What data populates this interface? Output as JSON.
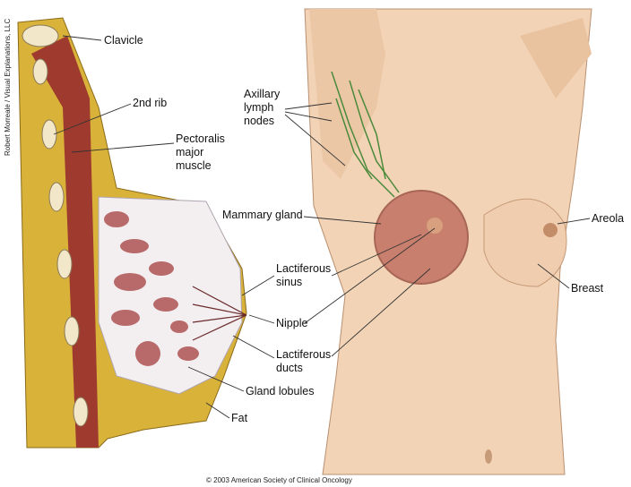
{
  "credit": "Robert Morreale / Visual Explanations, LLC",
  "copyright": "© 2003 American Society of Clinical Oncology",
  "labels": {
    "clavicle": "Clavicle",
    "rib": "2nd rib",
    "pectoralis": [
      "Pectoralis",
      "major",
      "muscle"
    ],
    "axillary": [
      "Axillary",
      "lymph",
      "nodes"
    ],
    "mammary": "Mammary gland",
    "sinus": [
      "Lactiferous",
      "sinus"
    ],
    "nipple": "Nipple",
    "ducts": [
      "Lactiferous",
      "ducts"
    ],
    "lobules": "Gland lobules",
    "fat": "Fat",
    "areola": "Areola",
    "breast": "Breast"
  },
  "colors": {
    "skin": "#f2d3b6",
    "fat": "#d9b23a",
    "muscle": "#9e3b2e",
    "gland": "#b86a6a",
    "lymph": "#4a8a3a"
  }
}
